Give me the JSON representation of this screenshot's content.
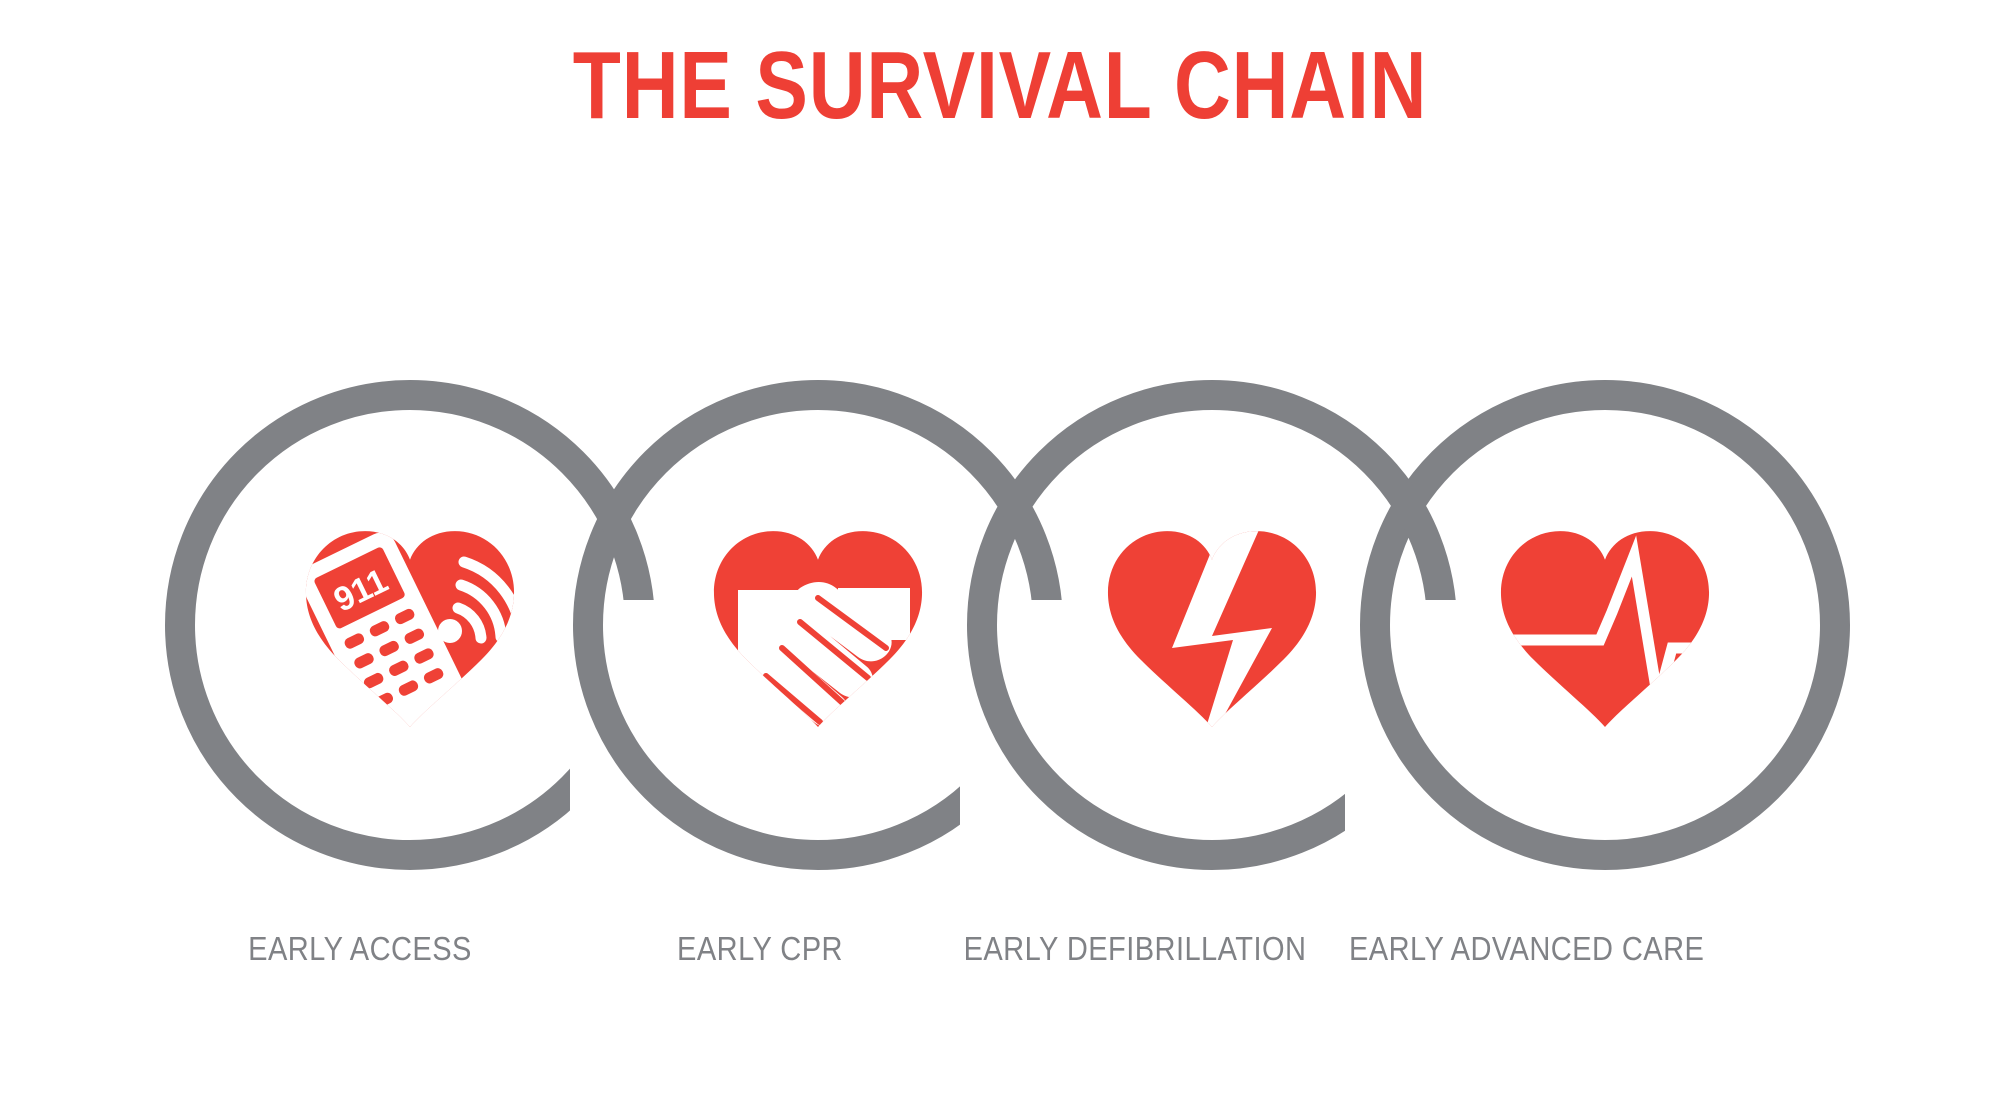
{
  "page": {
    "title": "THE SURVIVAL CHAIN",
    "background_color": "#FFFFFF"
  },
  "colors": {
    "accent_red": "#EE3F35",
    "heart_red": "#EF4136",
    "ring_gray": "#808286",
    "icon_white": "#FFFFFF"
  },
  "links": [
    {
      "index": 1,
      "label": "EARLY ACCESS",
      "icon_name": "heart-phone-911-icon",
      "icon_description": "Red heart containing a white mobile phone displaying 911 with signal waves",
      "phone_screen_text": "911"
    },
    {
      "index": 2,
      "label": "EARLY CPR",
      "icon_name": "heart-handshake-icon",
      "icon_description": "Red heart containing a white handshake"
    },
    {
      "index": 3,
      "label": "EARLY DEFIBRILLATION",
      "icon_name": "heart-lightning-bolt-icon",
      "icon_description": "Red heart split by a white lightning bolt"
    },
    {
      "index": 4,
      "label": "EARLY ADVANCED CARE",
      "icon_name": "heart-ecg-pulse-icon",
      "icon_description": "Red heart with a white ECG heartbeat line"
    }
  ]
}
